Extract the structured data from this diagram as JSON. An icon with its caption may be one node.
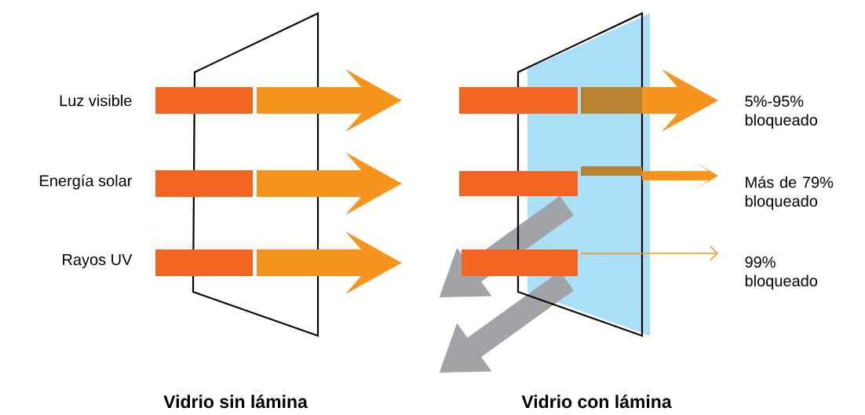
{
  "diagram": {
    "nodes": [
      {
        "text": [
          "Vidrio sin lámina"
        ]
      },
      {
        "text": [
          "Vidrio con lámina"
        ]
      }
    ],
    "labels": [
      "Luz visible",
      "Energía solar",
      "Rayos UV",
      "5%-95% bloqueado",
      "Más de 79% bloqueado",
      "99% bloqueado"
    ]
  }
}
